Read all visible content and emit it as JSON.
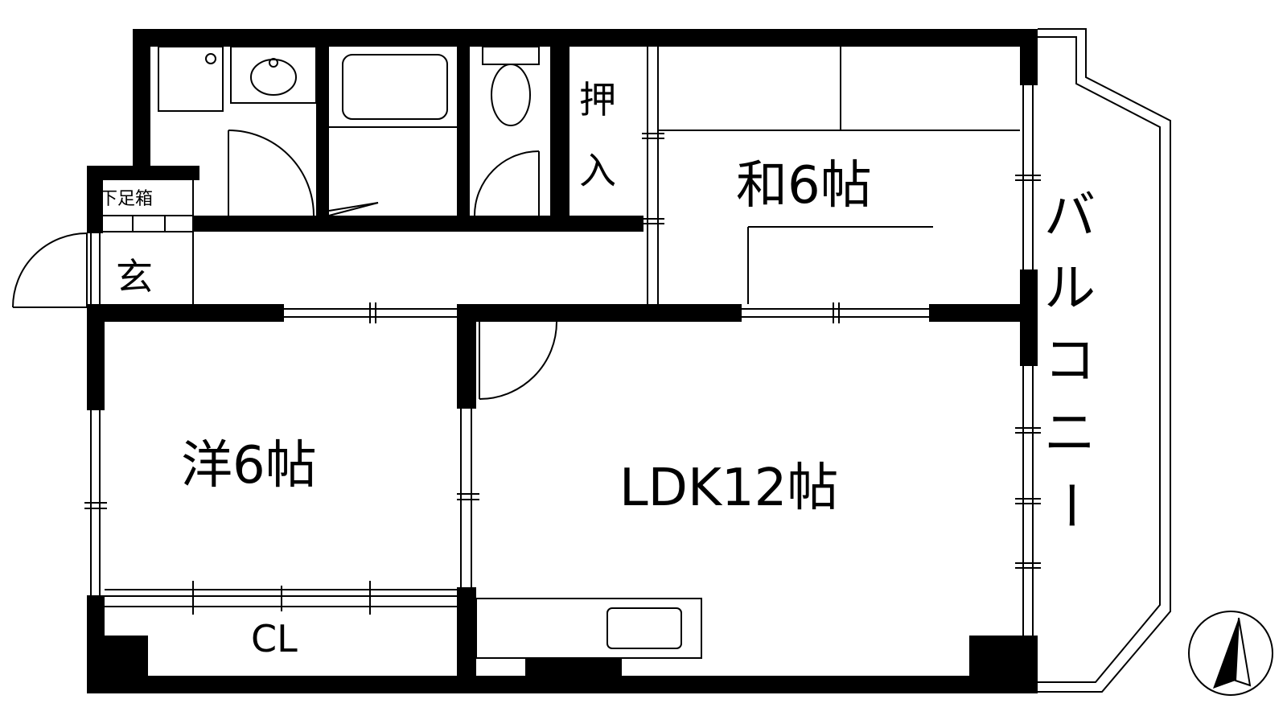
{
  "rooms": {
    "western": "洋6帖",
    "japanese": "和6帖",
    "ldk": "LDK12帖",
    "closet": "CL",
    "oshiire_top": "押",
    "oshiire_bottom": "入",
    "entrance": "玄",
    "shoe_box": "下足箱",
    "balcony": [
      "バ",
      "ル",
      "コ",
      "ニ",
      "ー"
    ]
  },
  "icons": [
    "north-arrow-icon",
    "door-swing-icon",
    "toilet-icon",
    "bathtub-icon",
    "washbasin-icon",
    "sink-icon"
  ]
}
